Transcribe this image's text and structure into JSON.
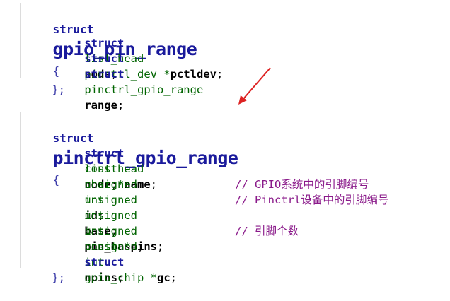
{
  "colors": {
    "keyword": "#1a1a9c",
    "type": "#006400",
    "comment": "#8a1a8a",
    "arrow": "#dd2222"
  },
  "struct1": {
    "keyword": "struct",
    "name": "gpio_pin_range",
    "open_brace": "{",
    "fields": [
      {
        "prefix": "struct",
        "type": "list_head",
        "name": "node"
      },
      {
        "prefix": "struct",
        "type": "pinctrl_dev *",
        "name": "pctldev"
      },
      {
        "prefix": "struct",
        "type": "pinctrl_gpio_range",
        "name": "range"
      }
    ],
    "close": "};"
  },
  "struct2": {
    "keyword": "struct",
    "name": "pinctrl_gpio_range",
    "open_brace": "{",
    "fields": [
      {
        "prefix": "struct",
        "type": "list_head",
        "name": "node",
        "comment": ""
      },
      {
        "prefix": "const",
        "type": "char *",
        "name": "name",
        "comment": ""
      },
      {
        "prefix": "unsigned",
        "type": "int",
        "name": "id",
        "comment": ""
      },
      {
        "prefix": "unsigned",
        "type": "int",
        "name": "base",
        "comment": "// GPIO系统中的引脚编号"
      },
      {
        "prefix": "unsigned",
        "type": "int",
        "name": "pin_base",
        "comment": "// Pinctrl设备中的引脚编号"
      },
      {
        "prefix": "unsigned",
        "type": "const *",
        "name": "pins",
        "comment": ""
      },
      {
        "prefix": "unsigned",
        "type": "int",
        "name": "npins",
        "comment": "// 引脚个数"
      },
      {
        "prefix": "struct",
        "type": "gpio_chip *",
        "name": "gc",
        "comment": ""
      }
    ],
    "close": "};"
  }
}
